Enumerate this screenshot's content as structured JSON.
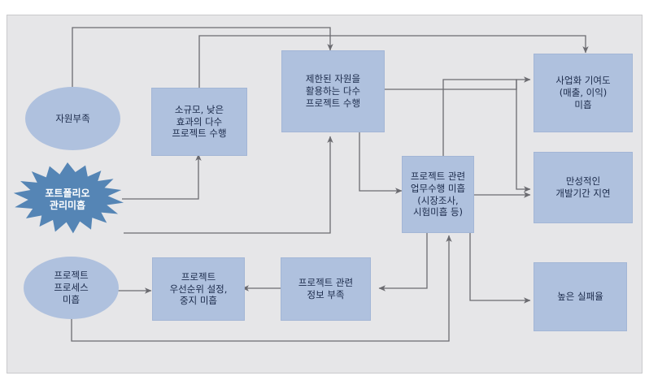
{
  "diagram": {
    "type": "cause-effect-flow",
    "background_color": "#e6e6e8",
    "node_fill": "#afc1de",
    "starburst_fill": "#5585b5",
    "connector_color": "#6b6b70",
    "nodes": [
      {
        "id": "resource-shortage",
        "shape": "ellipse",
        "label": "자원부족"
      },
      {
        "id": "portfolio-mgmt",
        "shape": "starburst",
        "label": "포트폴리오\n관리미흡"
      },
      {
        "id": "small-low-effect",
        "shape": "box",
        "label": "소규모, 낮은\n효과의 다수\n프로젝트 수행"
      },
      {
        "id": "limited-resource-many",
        "shape": "box",
        "label": "제한된 자원을\n활용하는 다수\n프로젝트 수행"
      },
      {
        "id": "biz-contribution",
        "shape": "box",
        "label": "사업화 기여도\n(매출, 이익)\n미흡"
      },
      {
        "id": "task-execution-poor",
        "shape": "box",
        "label": "프로젝트 관련\n업무수행 미흡\n(시장조사,\n시험미흡 등)"
      },
      {
        "id": "chronic-delay",
        "shape": "box",
        "label": "만성적인\n개발기간 지연"
      },
      {
        "id": "process-poor",
        "shape": "ellipse",
        "label": "프로젝트\n프로세스\n미흡"
      },
      {
        "id": "priority-stop-poor",
        "shape": "box",
        "label": "프로젝트\n우선순위 설정,\n중지 미흡"
      },
      {
        "id": "info-shortage",
        "shape": "box",
        "label": "프로젝트 관련\n정보 부족"
      },
      {
        "id": "high-failure-rate",
        "shape": "box",
        "label": "높은 실패율"
      }
    ],
    "edges": [
      {
        "from": "resource-shortage",
        "to": "limited-resource-many"
      },
      {
        "from": "small-low-effect",
        "to": "biz-contribution"
      },
      {
        "from": "portfolio-mgmt",
        "to": "small-low-effect"
      },
      {
        "from": "portfolio-mgmt",
        "to": "limited-resource-many"
      },
      {
        "from": "limited-resource-many",
        "to": "biz-contribution"
      },
      {
        "from": "limited-resource-many",
        "to": "task-execution-poor"
      },
      {
        "from": "task-execution-poor",
        "to": "chronic-delay"
      },
      {
        "from": "task-execution-poor",
        "to": "high-failure-rate"
      },
      {
        "from": "task-execution-poor",
        "to": "info-shortage"
      },
      {
        "from": "info-shortage",
        "to": "priority-stop-poor"
      },
      {
        "from": "process-poor",
        "to": "priority-stop-poor"
      },
      {
        "from": "process-poor",
        "to": "task-execution-poor"
      }
    ]
  }
}
